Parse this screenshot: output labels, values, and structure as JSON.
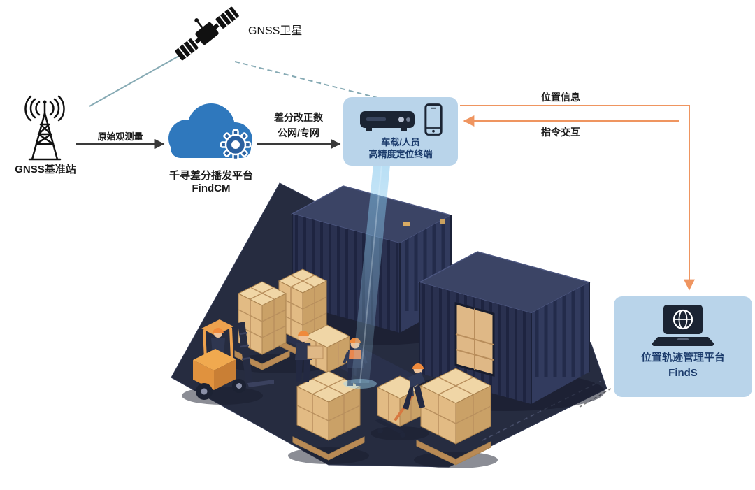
{
  "colors": {
    "background": "#ffffff",
    "panel_blue": "#b9d4ea",
    "panel_text": "#1a3a6b",
    "cloud_blue": "#2f78bd",
    "gear_blue": "#2a5f9e",
    "line_teal": "#86aab4",
    "line_orange": "#ef9560",
    "arrow_black": "#3a3a3a",
    "container_navy": "#2a3150",
    "floor_navy": "#262c40",
    "box_tan": "#e2bb84",
    "forklift_orange": "#eda24e",
    "beam_blue": "#7fc4ec"
  },
  "nodes": {
    "satellite": {
      "label": "GNSS卫星",
      "icon": "satellite-icon"
    },
    "base_station": {
      "label": "GNSS基准站",
      "icon": "radio-tower-icon"
    },
    "cloud_platform": {
      "name": "千寻差分播发平台",
      "product": "FindCM",
      "icon": "cloud-gear-icon"
    },
    "terminal": {
      "line1": "车载/人员",
      "line2": "高精度定位终端",
      "icons": [
        "receiver-icon",
        "smartphone-icon"
      ]
    },
    "management_platform": {
      "name": "位置轨迹管理平台",
      "product": "FindS",
      "icon": "laptop-globe-icon"
    }
  },
  "edges": {
    "raw_observation": {
      "label": "原始观测量",
      "from": "base_station",
      "to": "cloud_platform",
      "style": "solid-black-arrow"
    },
    "correction": {
      "line1": "差分改正数",
      "line2": "公网/专网",
      "from": "cloud_platform",
      "to": "terminal",
      "style": "solid-black-arrow"
    },
    "position_info": {
      "label": "位置信息",
      "from": "terminal",
      "to": "management_platform",
      "style": "orange-arrow"
    },
    "command_interaction": {
      "label": "指令交互",
      "from": "management_platform",
      "to": "terminal",
      "style": "orange-arrow"
    },
    "satellite_to_base": {
      "style": "teal-solid"
    },
    "satellite_to_terminal": {
      "style": "teal-dashed"
    },
    "scene_to_platform": {
      "style": "gray-dashed"
    }
  },
  "scene": {
    "elements": [
      "shipping-container",
      "shipping-container-open-cargo",
      "pallet-stack",
      "single-box",
      "forklift",
      "warehouse-worker",
      "pallet-jack",
      "positioning-beam"
    ]
  }
}
